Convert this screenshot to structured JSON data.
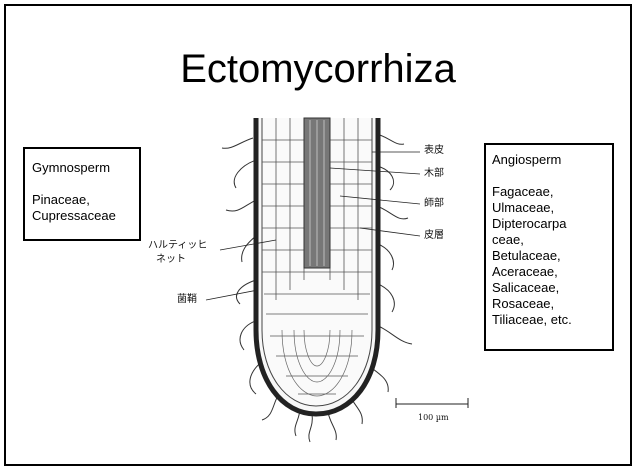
{
  "slide": {
    "title": "Ectomycorrhiza"
  },
  "gymnosperm_box": {
    "heading": "Gymnosperm",
    "families": "Pinaceae,\nCupressaceae"
  },
  "angiosperm_box": {
    "heading": "Angiosperm",
    "families": "Fagaceae,\nUlmaceae,\nDipterocarpa\nceae,\nBetulaceae,\nAceraceae,\nSalicaceae,\nRosaceae,\nTiliaceae, etc."
  },
  "figure_labels": {
    "epidermis": "表皮",
    "xylem": "木部",
    "phloem": "師部",
    "cortex": "皮層",
    "hartig_net_line1": "ハルティッヒ",
    "hartig_net_line2": "ネット",
    "fungal_sheath": "菌鞘",
    "scale_bar": "100 µm"
  },
  "colors": {
    "ink": "#333333",
    "border": "#000000",
    "background": "#ffffff"
  }
}
